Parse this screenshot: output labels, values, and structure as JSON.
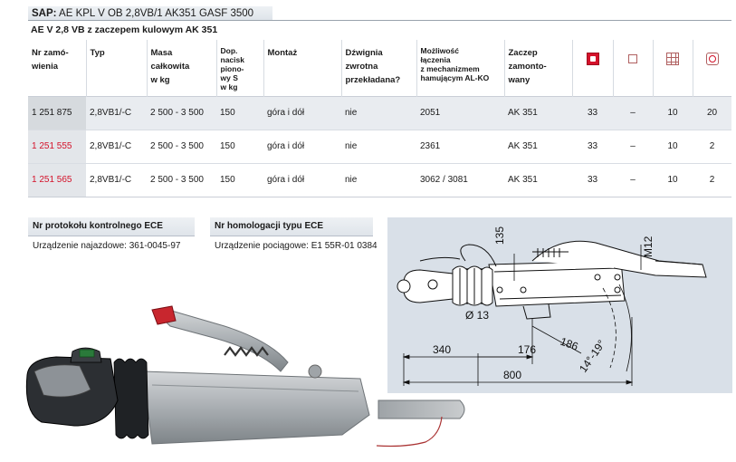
{
  "sap": {
    "label": "SAP:",
    "value": "AE KPL V OB 2,8VB/1 AK351 GASF 3500"
  },
  "subtitle": "AE V 2,8 VB z zaczepem kulowym AK 351",
  "table": {
    "headers": {
      "nr": [
        "Nr zamó-",
        "wienia"
      ],
      "typ": "Typ",
      "masa": [
        "Masa",
        "całkowita",
        "w kg"
      ],
      "nacisk": [
        "Dop.",
        "nacisk",
        "piono-",
        "wy S",
        "w kg"
      ],
      "montaz": "Montaż",
      "dzwignia": [
        "Dźwignia",
        "zwrotna",
        "przekładana?"
      ],
      "mozliwosc": [
        "Możliwość",
        "łączenia",
        "z mechanizmem",
        "hamującym AL-KO"
      ],
      "zaczep": [
        "Zaczep",
        "zamonto-",
        "wany"
      ]
    },
    "icons": [
      "red-box-icon",
      "square-icon",
      "grid-icon",
      "clock-icon"
    ],
    "rows": [
      {
        "nr": "1 251 875",
        "typ": "2,8VB1/-C",
        "masa": "2 500 - 3 500",
        "nacisk": "150",
        "montaz": "góra i dół",
        "dzwignia": "nie",
        "mozliwosc": "2051",
        "zaczep": "AK 351",
        "c1": "33",
        "c2": "–",
        "c3": "10",
        "c4": "20"
      },
      {
        "nr": "1 251 555",
        "typ": "2,8VB1/-C",
        "masa": "2 500 - 3 500",
        "nacisk": "150",
        "montaz": "góra i dół",
        "dzwignia": "nie",
        "mozliwosc": "2361",
        "zaczep": "AK 351",
        "c1": "33",
        "c2": "–",
        "c3": "10",
        "c4": "2"
      },
      {
        "nr": "1 251 565",
        "typ": "2,8VB1/-C",
        "masa": "2 500 - 3 500",
        "nacisk": "150",
        "montaz": "góra i dół",
        "dzwignia": "nie",
        "mozliwosc": "3062 / 3081",
        "zaczep": "AK 351",
        "c1": "33",
        "c2": "–",
        "c3": "10",
        "c4": "2"
      }
    ]
  },
  "ece": {
    "protocol_title": "Nr protokołu kontrolnego ECE",
    "protocol_value": "Urządzenie najazdowe: 361-0045-97",
    "homologation_title": "Nr homologacji typu ECE",
    "homologation_value": "Urządzenie pociągowe: E1 55R-01 0384"
  },
  "drawing": {
    "dim_135": "135",
    "dim_m12": "M12",
    "dim_d13": "Ø 13",
    "dim_340": "340",
    "dim_176": "176",
    "dim_186": "186",
    "dim_angle": "14°-19°",
    "dim_800": "800"
  },
  "colors": {
    "red_code": "#d4122a",
    "panel_bg": "#d9e0e8",
    "bar_bg": "#e4e8ed"
  }
}
